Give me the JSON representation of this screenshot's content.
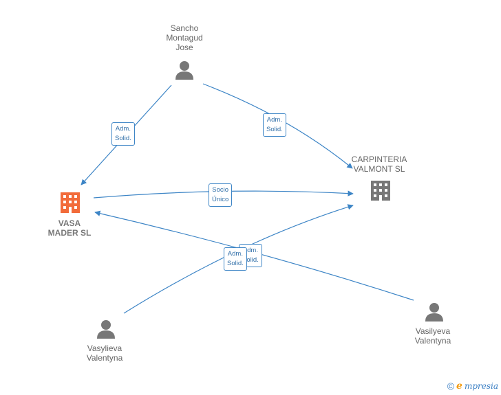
{
  "nodes": {
    "sancho": {
      "lines": [
        "Sancho",
        "Montagud",
        "Jose"
      ],
      "type": "person"
    },
    "carpinteria": {
      "lines": [
        "CARPINTERIA",
        "VALMONT  SL"
      ],
      "type": "company"
    },
    "vasa": {
      "lines": [
        "VASA",
        "MADER  SL"
      ],
      "type": "company-focus"
    },
    "vasylieva": {
      "lines": [
        "Vasylieva",
        "Valentyna"
      ],
      "type": "person"
    },
    "vasilyeva": {
      "lines": [
        "Vasilyeva",
        "Valentyna"
      ],
      "type": "person"
    }
  },
  "edges": [
    {
      "from": "sancho",
      "to": "vasa",
      "label": [
        "Adm.",
        "Solid."
      ]
    },
    {
      "from": "sancho",
      "to": "carpinteria",
      "label": [
        "Adm.",
        "Solid."
      ]
    },
    {
      "from": "vasa",
      "to": "carpinteria",
      "label": [
        "Socio",
        "Único"
      ]
    },
    {
      "from": "vasilyeva",
      "to": "vasa",
      "label": [
        "Adm.",
        "Solid."
      ]
    },
    {
      "from": "vasylieva",
      "to": "carpinteria",
      "label": [
        "Adm.",
        "Solid."
      ]
    }
  ],
  "colors": {
    "edge": "#3d85c6",
    "person_icon": "#777777",
    "company_icon": "#777777",
    "focus_icon": "#f26b3a"
  },
  "footer": {
    "copyright": "©",
    "brand_initial": "e",
    "brand_rest": "mpresia"
  }
}
